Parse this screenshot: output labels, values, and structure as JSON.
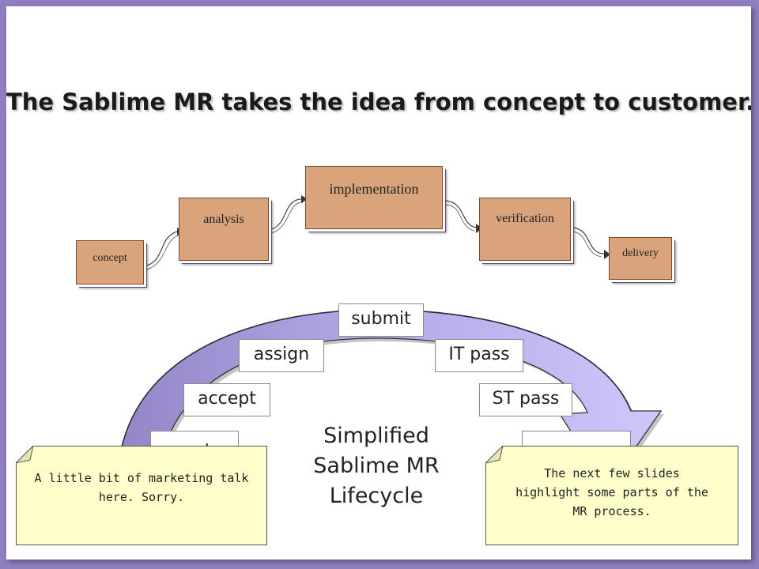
{
  "title": "The Sablime MR takes the idea from concept to customer.",
  "stages": {
    "concept": "concept",
    "analysis": "analysis",
    "implementation": "implementation",
    "verification": "verification",
    "delivery": "delivery"
  },
  "lifecycle": {
    "submit": "submit",
    "assign": "assign",
    "it_pass": "IT pass",
    "accept": "accept",
    "st_pass": "ST pass",
    "create": "create",
    "center_lines": [
      "Simplified",
      "Sablime MR",
      "Lifecycle"
    ]
  },
  "notes": {
    "left": [
      "A little bit of marketing talk",
      "here.  Sorry."
    ],
    "right": [
      "The next few slides",
      "highlight some parts of the",
      "MR process."
    ]
  },
  "colors": {
    "stage_fill": "#d9a47c",
    "arc_dark": "#9e90cc",
    "arc_light": "#c9bff5",
    "note_fill": "#ffffcc",
    "frame": "#8f7fbf"
  }
}
